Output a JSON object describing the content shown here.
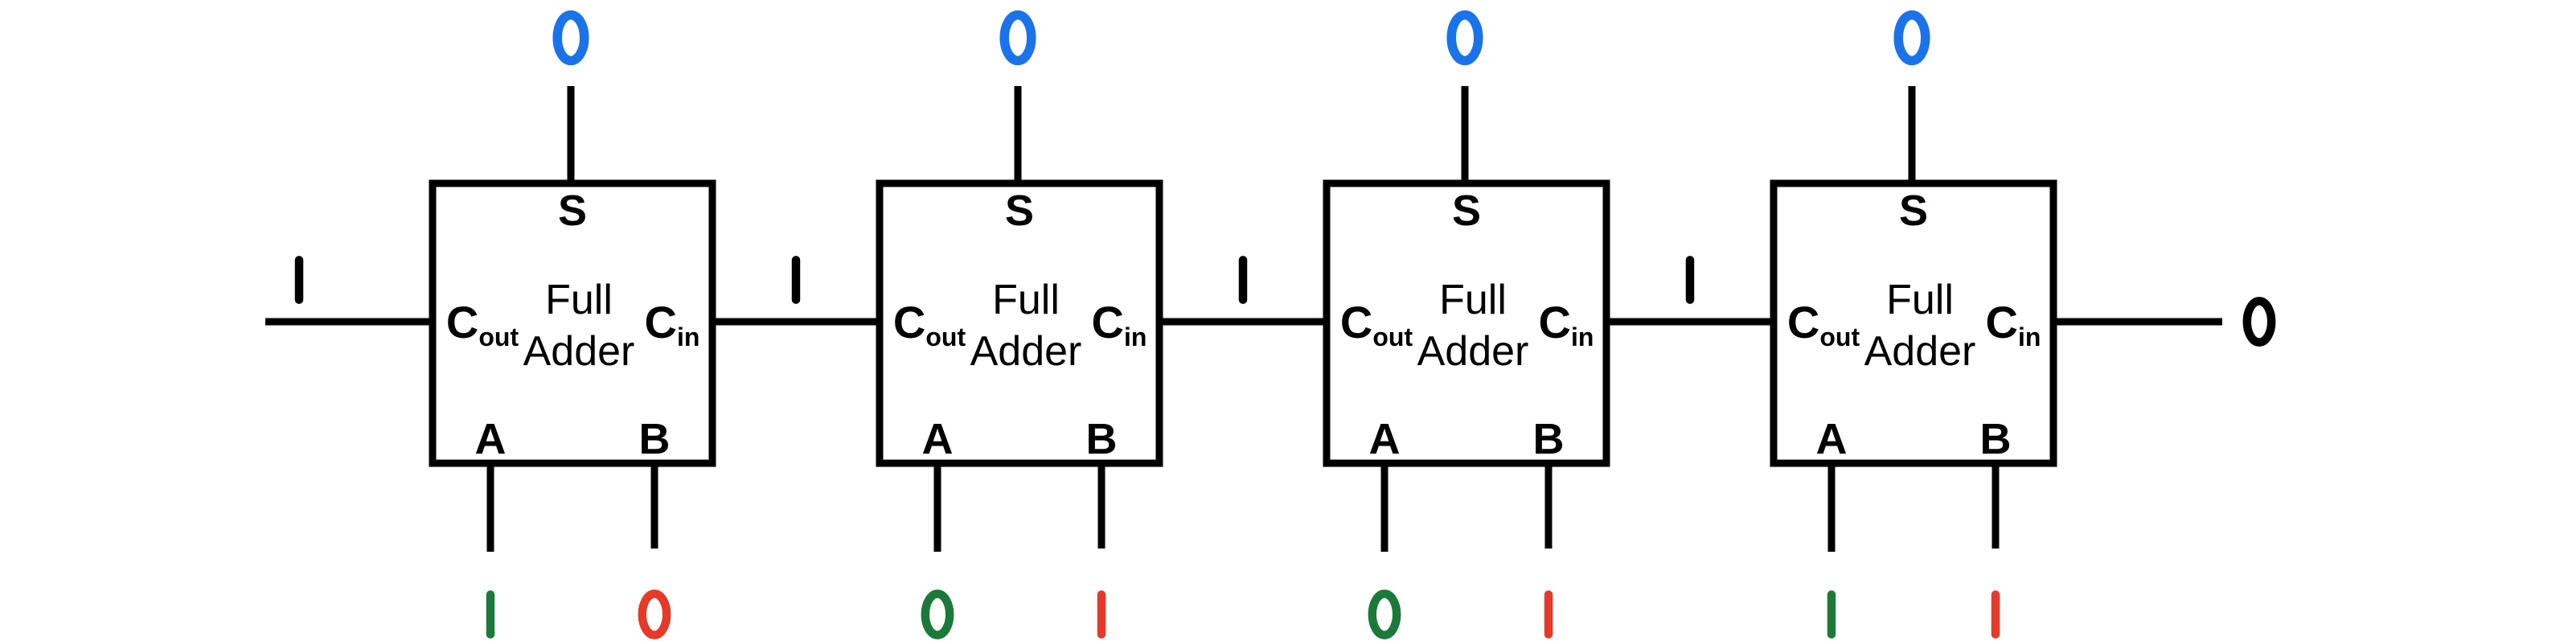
{
  "colors": {
    "line": "#000000",
    "sum": "#1a73e8",
    "input_a": "#1b7a3a",
    "input_b": "#e53a2a",
    "carry": "#000000",
    "background": "#ffffff"
  },
  "adders": [
    {
      "title_line1": "Full",
      "title_line2": "Adder",
      "sum_label": "S",
      "cout_label": "C",
      "cout_sub": "out",
      "cin_label": "C",
      "cin_sub": "in",
      "a_label": "A",
      "b_label": "B",
      "sum_value": "0",
      "a_value": "1",
      "b_value": "0",
      "carry_out_value": "1"
    },
    {
      "title_line1": "Full",
      "title_line2": "Adder",
      "sum_label": "S",
      "cout_label": "C",
      "cout_sub": "out",
      "cin_label": "C",
      "cin_sub": "in",
      "a_label": "A",
      "b_label": "B",
      "sum_value": "0",
      "a_value": "0",
      "b_value": "1",
      "carry_out_value": "1"
    },
    {
      "title_line1": "Full",
      "title_line2": "Adder",
      "sum_label": "S",
      "cout_label": "C",
      "cout_sub": "out",
      "cin_label": "C",
      "cin_sub": "in",
      "a_label": "A",
      "b_label": "B",
      "sum_value": "0",
      "a_value": "0",
      "b_value": "1",
      "carry_out_value": "1"
    },
    {
      "title_line1": "Full",
      "title_line2": "Adder",
      "sum_label": "S",
      "cout_label": "C",
      "cout_sub": "out",
      "cin_label": "C",
      "cin_sub": "in",
      "a_label": "A",
      "b_label": "B",
      "sum_value": "0",
      "a_value": "1",
      "b_value": "1",
      "carry_out_value": "1"
    }
  ],
  "carry_in_value": "0"
}
